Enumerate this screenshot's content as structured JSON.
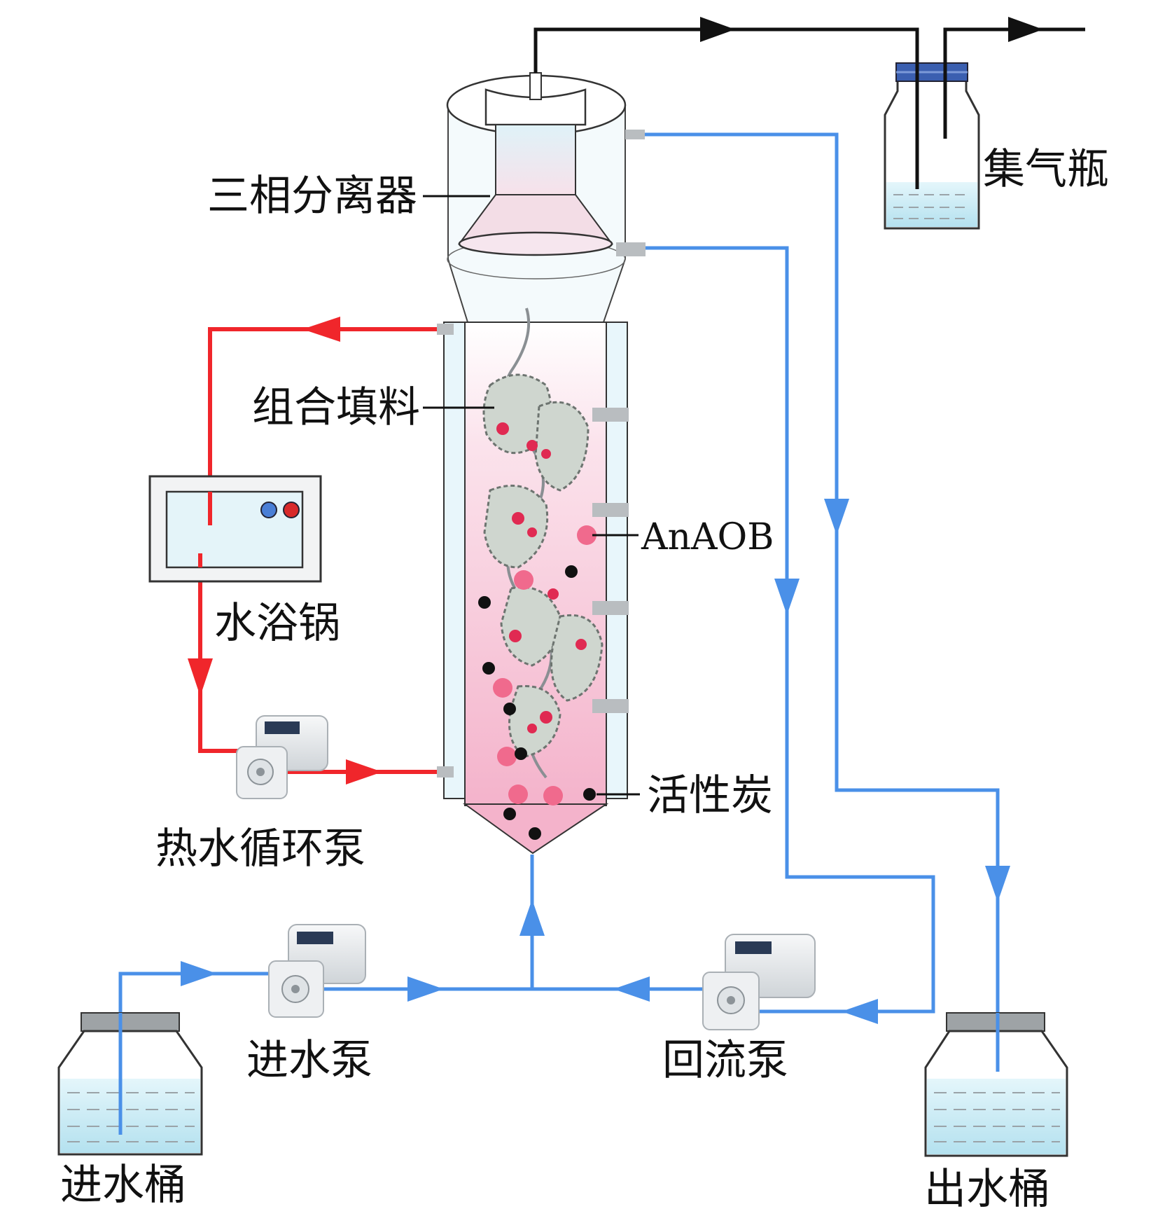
{
  "labels": {
    "separator": "三相分离器",
    "gas_bottle": "集气瓶",
    "packing": "组合填料",
    "water_bath": "水浴锅",
    "anaob": "AnAOB",
    "hot_pump": "热水循环泵",
    "activated_carbon": "活性炭",
    "inlet_pump": "进水泵",
    "reflux_pump": "回流泵",
    "inlet_bucket": "进水桶",
    "outlet_bucket": "出水桶"
  },
  "colors": {
    "hot_loop": "#f0262b",
    "water_line": "#4a90e8",
    "gas_line": "#111111",
    "reactor_fill": "#f7c3d6",
    "water": "#c9ecf5",
    "anaob_particle": "#f06a8d",
    "carbon_particle": "#1a1a1a"
  }
}
